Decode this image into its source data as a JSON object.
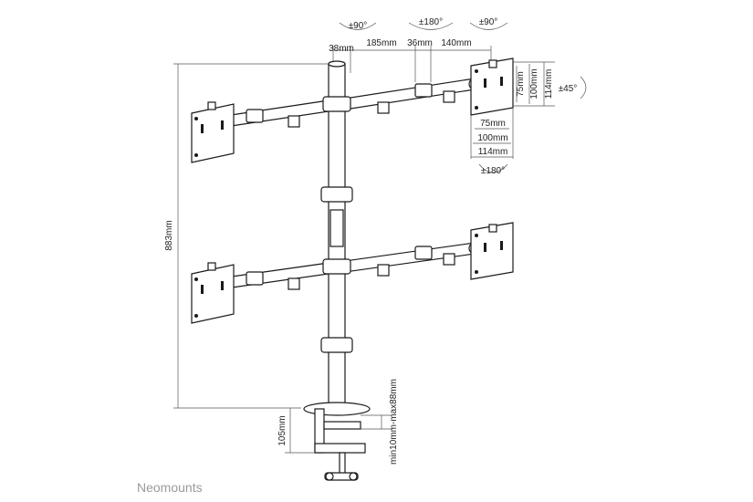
{
  "diagram": {
    "rotations": {
      "top_left": "±90°",
      "top_middle": "±180°",
      "top_right": "±90°",
      "tilt": "±45°",
      "plate": "±180°"
    },
    "arm_dimensions": {
      "d1": "38mm",
      "d2": "185mm",
      "d3": "36mm",
      "d4": "140mm"
    },
    "vesa": {
      "v1": "75mm",
      "v2": "100mm",
      "v3": "114mm",
      "h1": "75mm",
      "h2": "100mm",
      "h3": "114mm"
    },
    "pole_height": "883mm",
    "clamp_height": "105mm",
    "desk_thickness": "min10mm-max88mm"
  },
  "brand": "Neomounts",
  "colors": {
    "line": "#1a1a1a",
    "brand_text": "#9a9a9a",
    "background": "#ffffff"
  }
}
